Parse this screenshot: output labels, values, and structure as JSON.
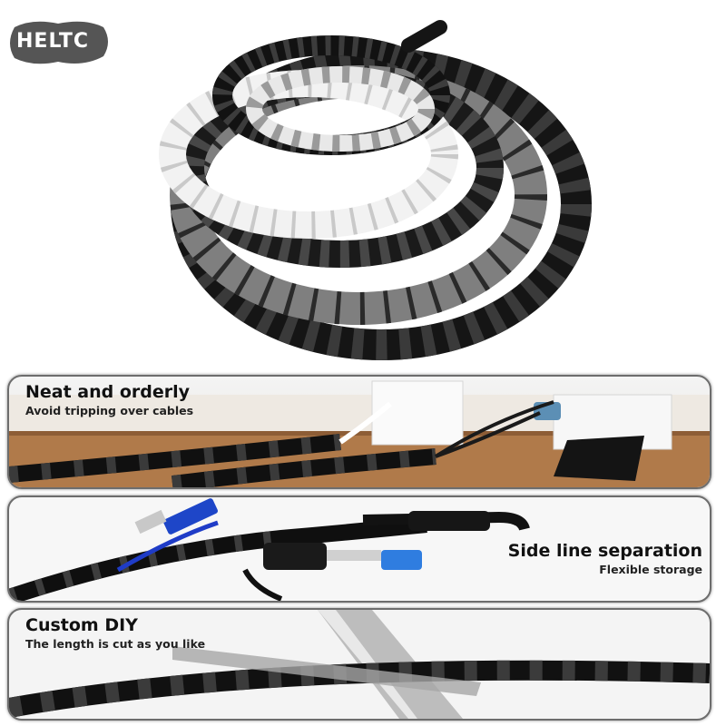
{
  "brand": {
    "logo_text": "HELTC"
  },
  "panels": [
    {
      "title": "Neat and orderly",
      "subtitle": "Avoid tripping over cables"
    },
    {
      "title": "Side line separation",
      "subtitle": "Flexible storage"
    },
    {
      "title": "Custom DIY",
      "subtitle": "The length is cut as you like"
    }
  ],
  "colors": {
    "black": "#141414",
    "gray": "#8c8c8c",
    "white": "#f2f2f2",
    "wood": "#b07a4a"
  }
}
